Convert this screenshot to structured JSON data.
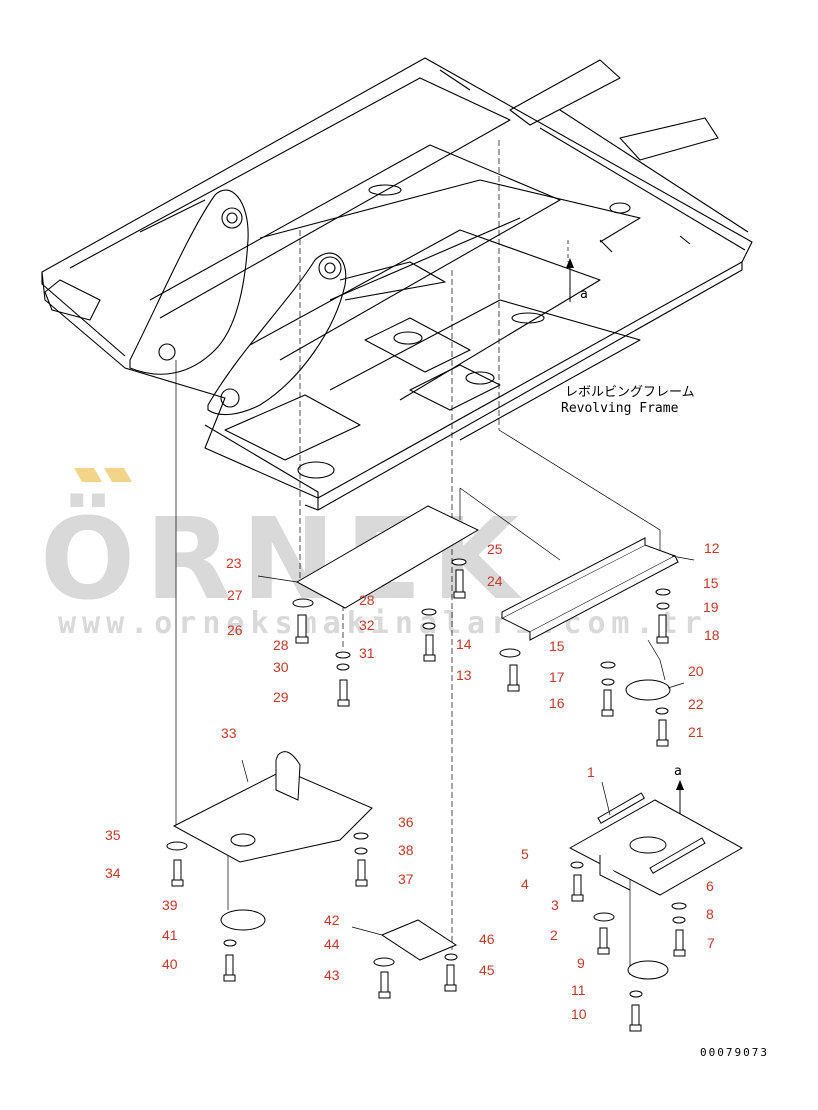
{
  "diagram": {
    "frame_label_jp": "レボルビングフレーム",
    "frame_label_en": "Revolving Frame",
    "view_marker": "a",
    "drawing_number": "00079073"
  },
  "watermark": {
    "text": "ÖRNEK",
    "url": "www.orneksmakinalari.com.tr",
    "accent_color": "#f2d58b",
    "text_color": "#d9d9d9"
  },
  "callout_color": "#c0392b",
  "callouts": [
    "1",
    "2",
    "3",
    "4",
    "5",
    "6",
    "7",
    "8",
    "9",
    "10",
    "11",
    "12",
    "13",
    "14",
    "15",
    "15",
    "16",
    "17",
    "18",
    "19",
    "20",
    "21",
    "22",
    "23",
    "24",
    "25",
    "26",
    "27",
    "28",
    "28",
    "29",
    "30",
    "31",
    "32",
    "33",
    "34",
    "35",
    "36",
    "37",
    "38",
    "39",
    "40",
    "41",
    "42",
    "43",
    "44",
    "45",
    "46"
  ]
}
